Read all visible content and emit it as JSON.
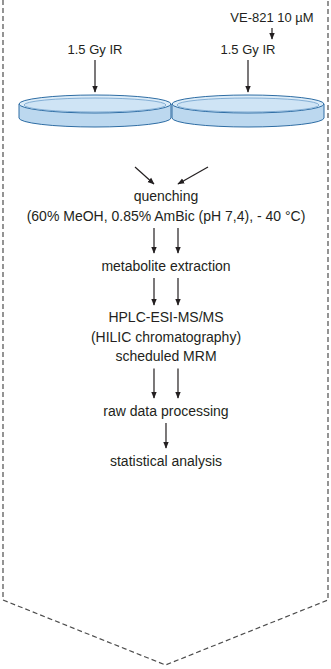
{
  "diagram": {
    "nodes": [
      {
        "text": [
          "VE-821 10 µM"
        ]
      },
      {
        "text": [
          "1.5 Gy IR"
        ]
      },
      {
        "text": [
          "1.5 Gy IR"
        ]
      },
      {
        "text": [
          "quenching",
          "(60% MeOH, 0.85% AmBic (pH 7,4), - 40 °C)"
        ]
      },
      {
        "text": [
          "metabolite extraction"
        ]
      },
      {
        "text": [
          "HPLC-ESI-MS/MS",
          "(HILIC chromatography)",
          "scheduled MRM"
        ]
      },
      {
        "text": [
          "raw data processing"
        ]
      },
      {
        "text": [
          "statistical analysis"
        ]
      }
    ],
    "edges": [
      {
        "from": 0,
        "to": 2,
        "arrow": "to"
      },
      {
        "from": 1,
        "to": 3,
        "arrow": "to"
      },
      {
        "from": 2,
        "to": 3,
        "arrow": "to"
      },
      {
        "from": 3,
        "to": 4,
        "arrow": "to"
      },
      {
        "from": 3,
        "to": 4,
        "arrow": "to"
      },
      {
        "from": 4,
        "to": 5,
        "arrow": "to"
      },
      {
        "from": 4,
        "to": 5,
        "arrow": "to"
      },
      {
        "from": 5,
        "to": 6,
        "arrow": "to"
      },
      {
        "from": 5,
        "to": 6,
        "arrow": "to"
      },
      {
        "from": 6,
        "to": 7,
        "arrow": "to"
      }
    ]
  }
}
